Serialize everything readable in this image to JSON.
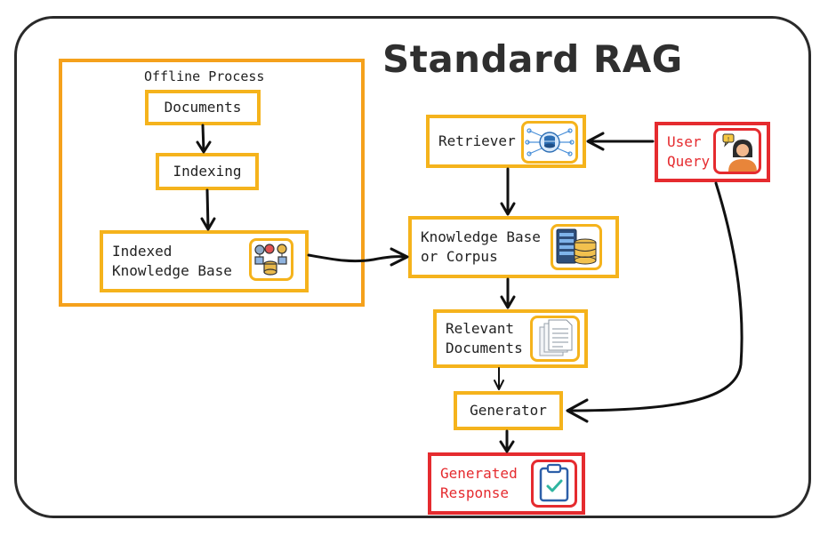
{
  "title": "Standard RAG",
  "offline_process": {
    "label": "Offline Process",
    "documents": "Documents",
    "indexing": "Indexing",
    "indexed_kb": "Indexed\nKnowledge Base"
  },
  "retriever": "Retriever",
  "user_query": "User\nQuery",
  "knowledge_base": "Knowledge Base\nor Corpus",
  "relevant_documents": "Relevant\nDocuments",
  "generator": "Generator",
  "generated_response": "Generated\nResponse",
  "colors": {
    "orange": "#f5b31c",
    "orange_dark": "#f5a11c",
    "red": "#e52b2f",
    "ink": "#222222"
  },
  "icons": [
    "database-network-icon",
    "person-chat-icon",
    "server-database-icon",
    "document-stack-icon",
    "clipboard-check-icon",
    "indexed-network-icon"
  ]
}
